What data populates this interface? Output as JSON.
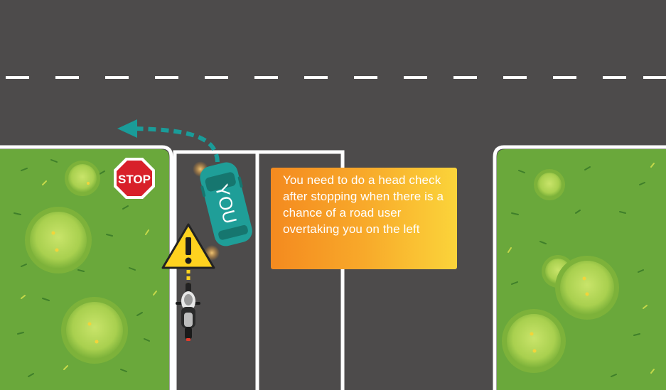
{
  "scene": {
    "colors": {
      "road": "#4d4b4b",
      "grass": "#6aa83b",
      "road_line": "#ffffff",
      "arrow": "#1a9c99",
      "car": "#1f9e98",
      "stop_sign": "#d8202a",
      "warning_sign": "#ffd21f",
      "callout_start": "#f48a1f",
      "callout_end": "#fbd43a"
    },
    "stop_sign_text": "STOP",
    "car_text": "YOU",
    "warning_icon": "warning-triangle-icon",
    "callout_text": "You need to do a head check after stopping when there is a chance of a road user overtaking you on the left"
  }
}
